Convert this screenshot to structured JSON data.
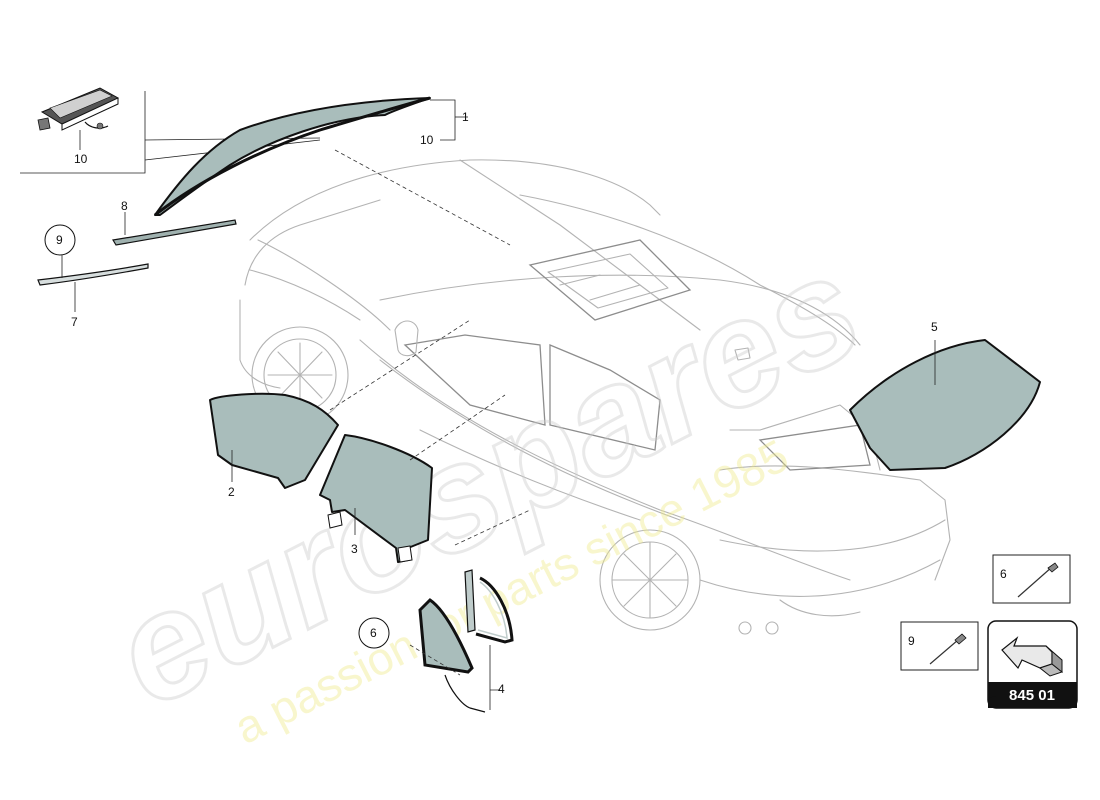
{
  "watermark": {
    "brand": "eurospares",
    "tagline": "a passion for parts since 1985"
  },
  "callouts": {
    "c1": "1",
    "c2": "2",
    "c3": "3",
    "c4": "4",
    "c5": "5",
    "c6_circle": "6",
    "c7": "7",
    "c8": "8",
    "c9_circle": "9",
    "c10_detail": "10",
    "c10_top": "10"
  },
  "legend": {
    "box6_label": "6",
    "box9_label": "9",
    "page_ref": "845 01"
  },
  "colors": {
    "glass": "#a9bdbb",
    "outline": "#111111",
    "car_lines": "#b3b3b3"
  },
  "icons": [
    "arrow-icon",
    "bolt-icon",
    "screw-icon",
    "sensor-icon"
  ]
}
